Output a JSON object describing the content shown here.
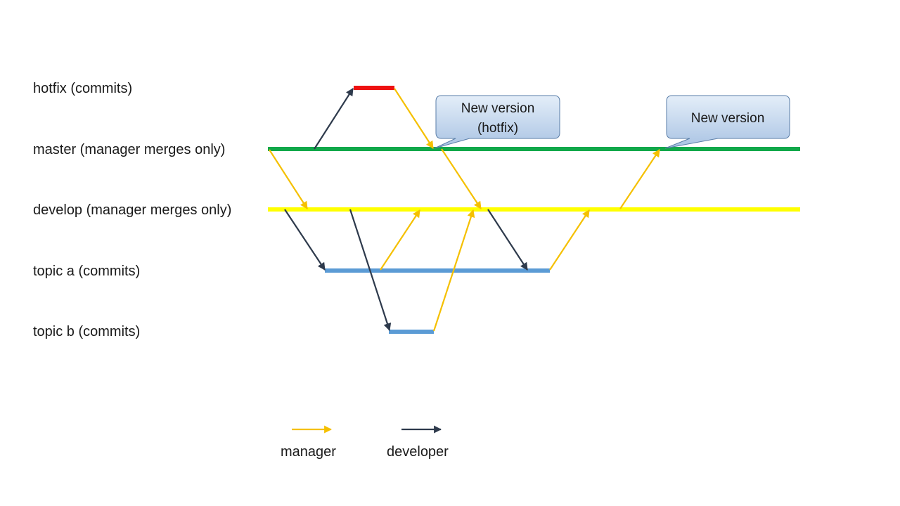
{
  "branches": [
    {
      "key": "hotfix",
      "label": "hotfix (commits)"
    },
    {
      "key": "master",
      "label": "master (manager merges only)"
    },
    {
      "key": "develop",
      "label": "develop (manager merges only)"
    },
    {
      "key": "topic_a",
      "label": "topic a (commits)"
    },
    {
      "key": "topic_b",
      "label": "topic b (commits)"
    }
  ],
  "callouts": {
    "hotfix_release": {
      "line1": "New version",
      "line2": "(hotfix)"
    },
    "release": {
      "line1": "New version"
    }
  },
  "legend": {
    "manager": "manager",
    "developer": "developer"
  },
  "colors": {
    "hotfix": "#ee1111",
    "master": "#11a84a",
    "develop": "#ffff00",
    "topic": "#5b9bd5",
    "manager_arrow": "#f5c000",
    "developer_arrow": "#2e3a4c",
    "callout_fill_top": "#e4eef9",
    "callout_fill_bottom": "#a9c3e3",
    "callout_stroke": "#5a7ea8"
  }
}
